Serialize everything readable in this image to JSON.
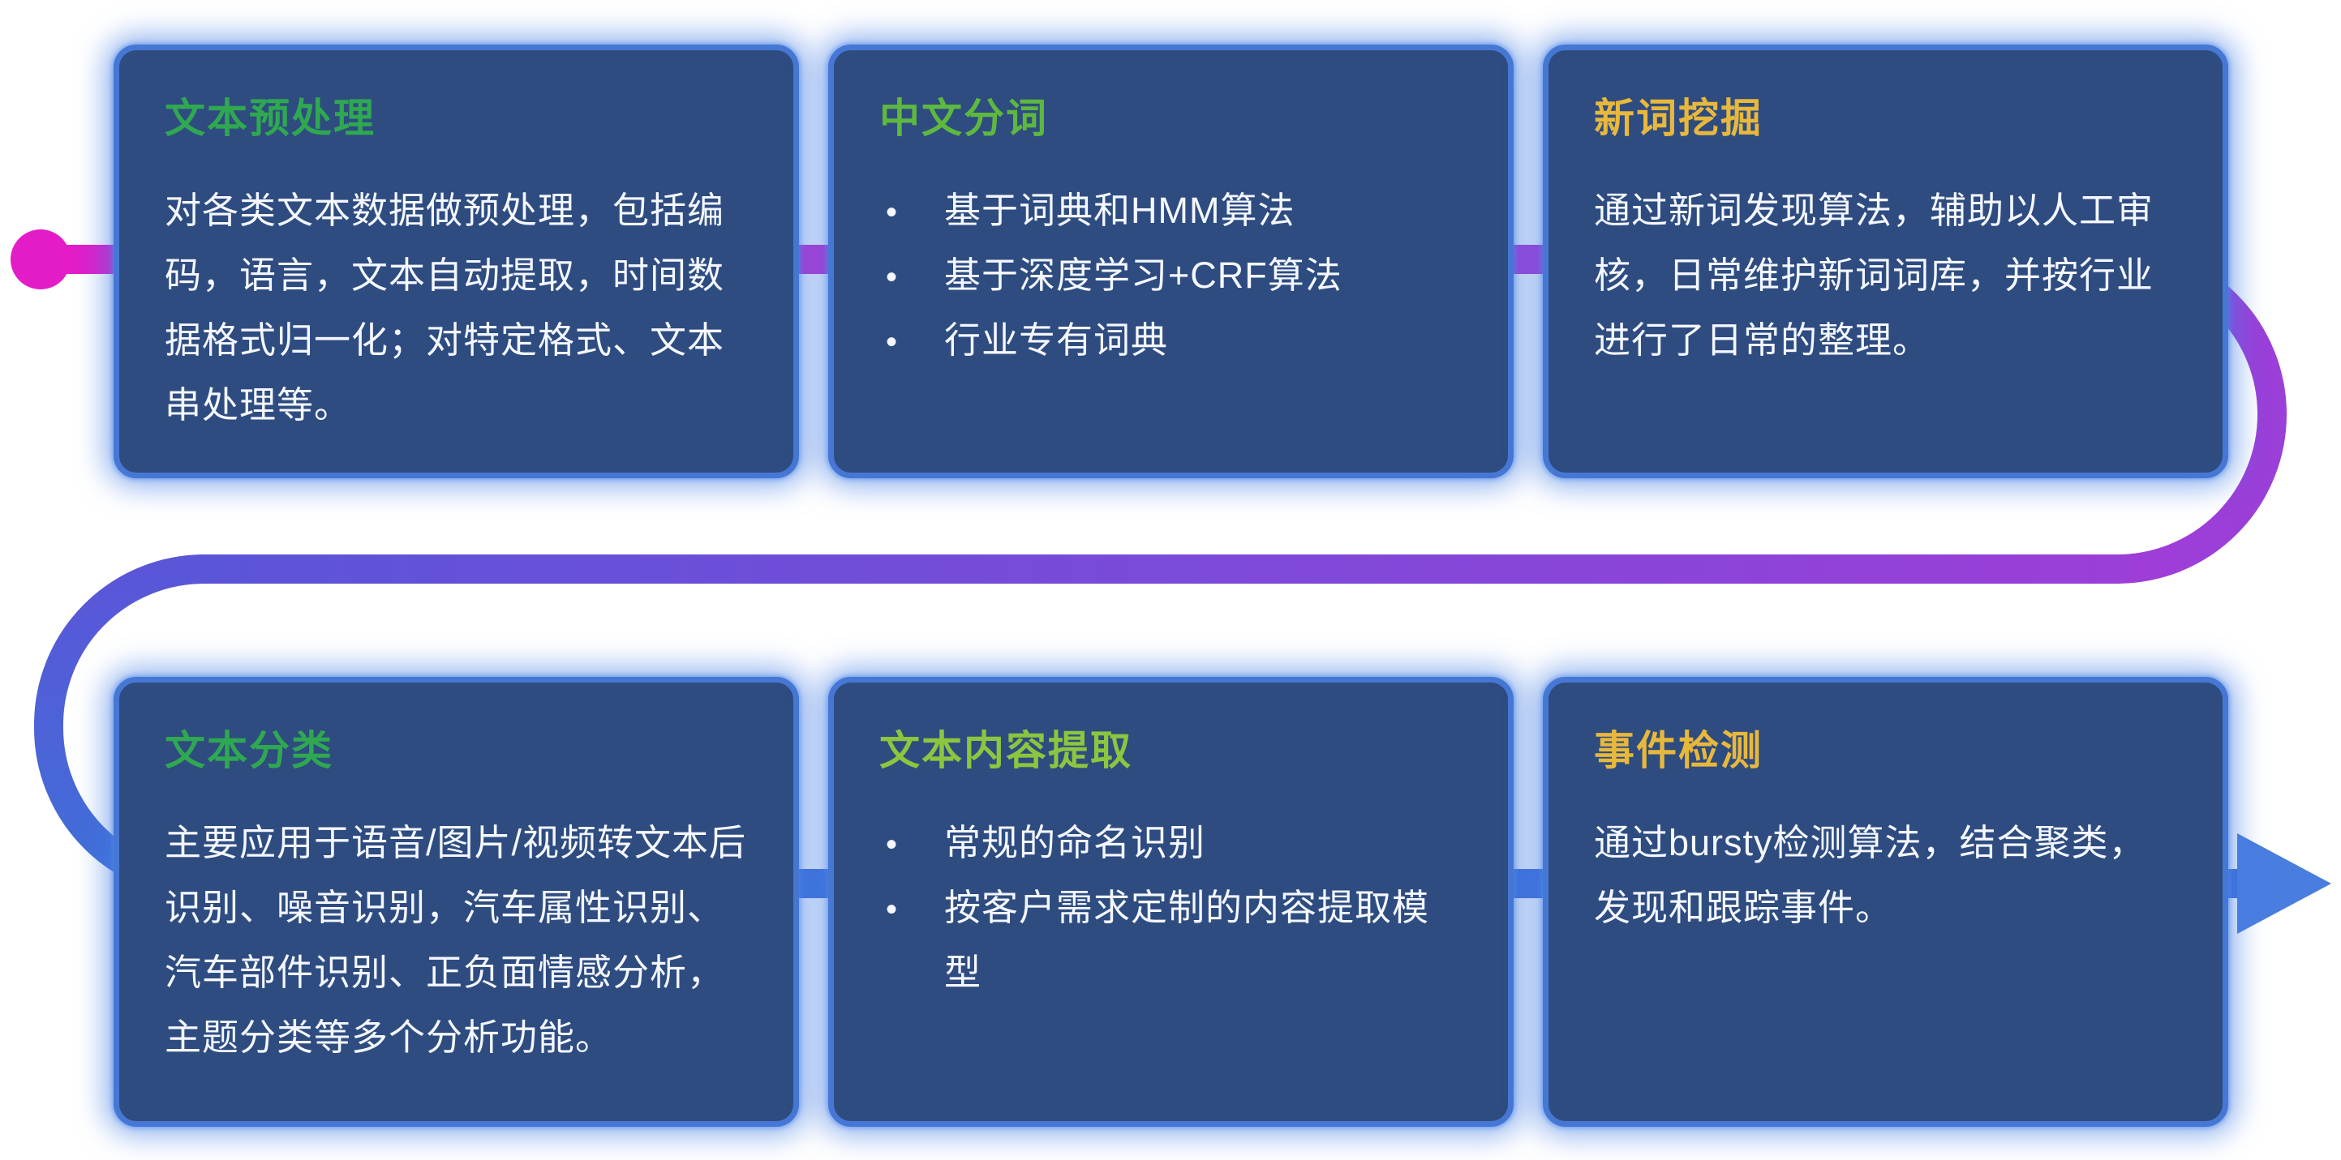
{
  "page": {
    "background_color": "#ffffff",
    "card_background": "#2e4c80",
    "card_border_color": "#4677d4",
    "body_text_color": "#f4f7ff"
  },
  "bullet_glyph": "•",
  "flow": {
    "dot_color": "#e41cc8",
    "colors": {
      "magenta": "#e41cc8",
      "purple": "#9a3fd8",
      "indigo": "#5b55d8",
      "blue": "#3f70d8"
    },
    "arrow_color": "#4a7de0"
  },
  "cards": [
    {
      "title": "文本预处理",
      "title_color": "#2fa851",
      "body": "对各类文本数据做预处理，包括编码，语言，文本自动提取，时间数据格式归一化；对特定格式、文本串处理等。"
    },
    {
      "title": "中文分词",
      "title_color": "#5eb83f",
      "bullets": [
        "基于词典和HMM算法",
        "基于深度学习+CRF算法",
        "行业专有词典"
      ]
    },
    {
      "title": "新词挖掘",
      "title_color": "#e8b83c",
      "body": "通过新词发现算法，辅助以人工审核，日常维护新词词库，并按行业进行了日常的整理。"
    },
    {
      "title": "文本分类",
      "title_color": "#2fa851",
      "body": "主要应用于语音/图片/视频转文本后识别、噪音识别，汽车属性识别、汽车部件识别、正负面情感分析，主题分类等多个分析功能。"
    },
    {
      "title": "文本内容提取",
      "title_color": "#8cc63f",
      "bullets": [
        "常规的命名识别",
        "按客户需求定制的内容提取模型"
      ]
    },
    {
      "title": "事件检测",
      "title_color": "#e8b83c",
      "body": "通过bursty检测算法，结合聚类，发现和跟踪事件。"
    }
  ]
}
